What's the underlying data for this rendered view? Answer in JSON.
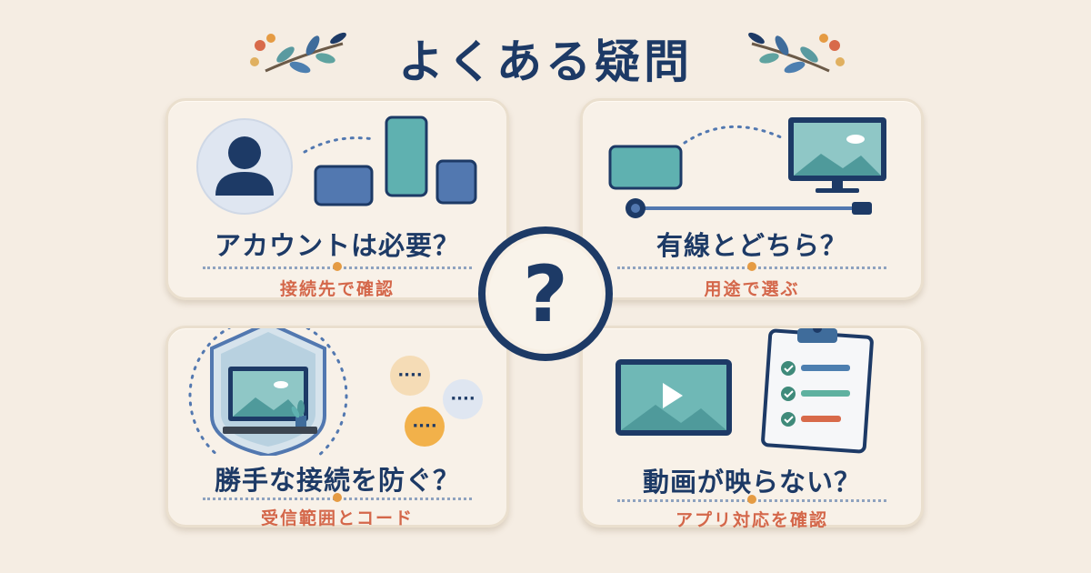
{
  "header": {
    "title": "よくある疑問"
  },
  "cards": [
    {
      "question": "アカウントは必要？",
      "answer": "接続先で確認"
    },
    {
      "question": "有線とどちら？",
      "answer": "用途で選ぶ"
    },
    {
      "question": "勝手な接続を防ぐ？",
      "answer": "受信範囲とコード"
    },
    {
      "question": "動画が映らない？",
      "answer": "アプリ対応を確認"
    }
  ],
  "center_badge": {
    "symbol": "?",
    "icon": "question-mark-icon"
  },
  "colors": {
    "navy": "#1d3a66",
    "accent_text": "#d4674a",
    "teal": "#5fb1b0",
    "blue": "#5278b0",
    "background": "#f5ede3"
  }
}
